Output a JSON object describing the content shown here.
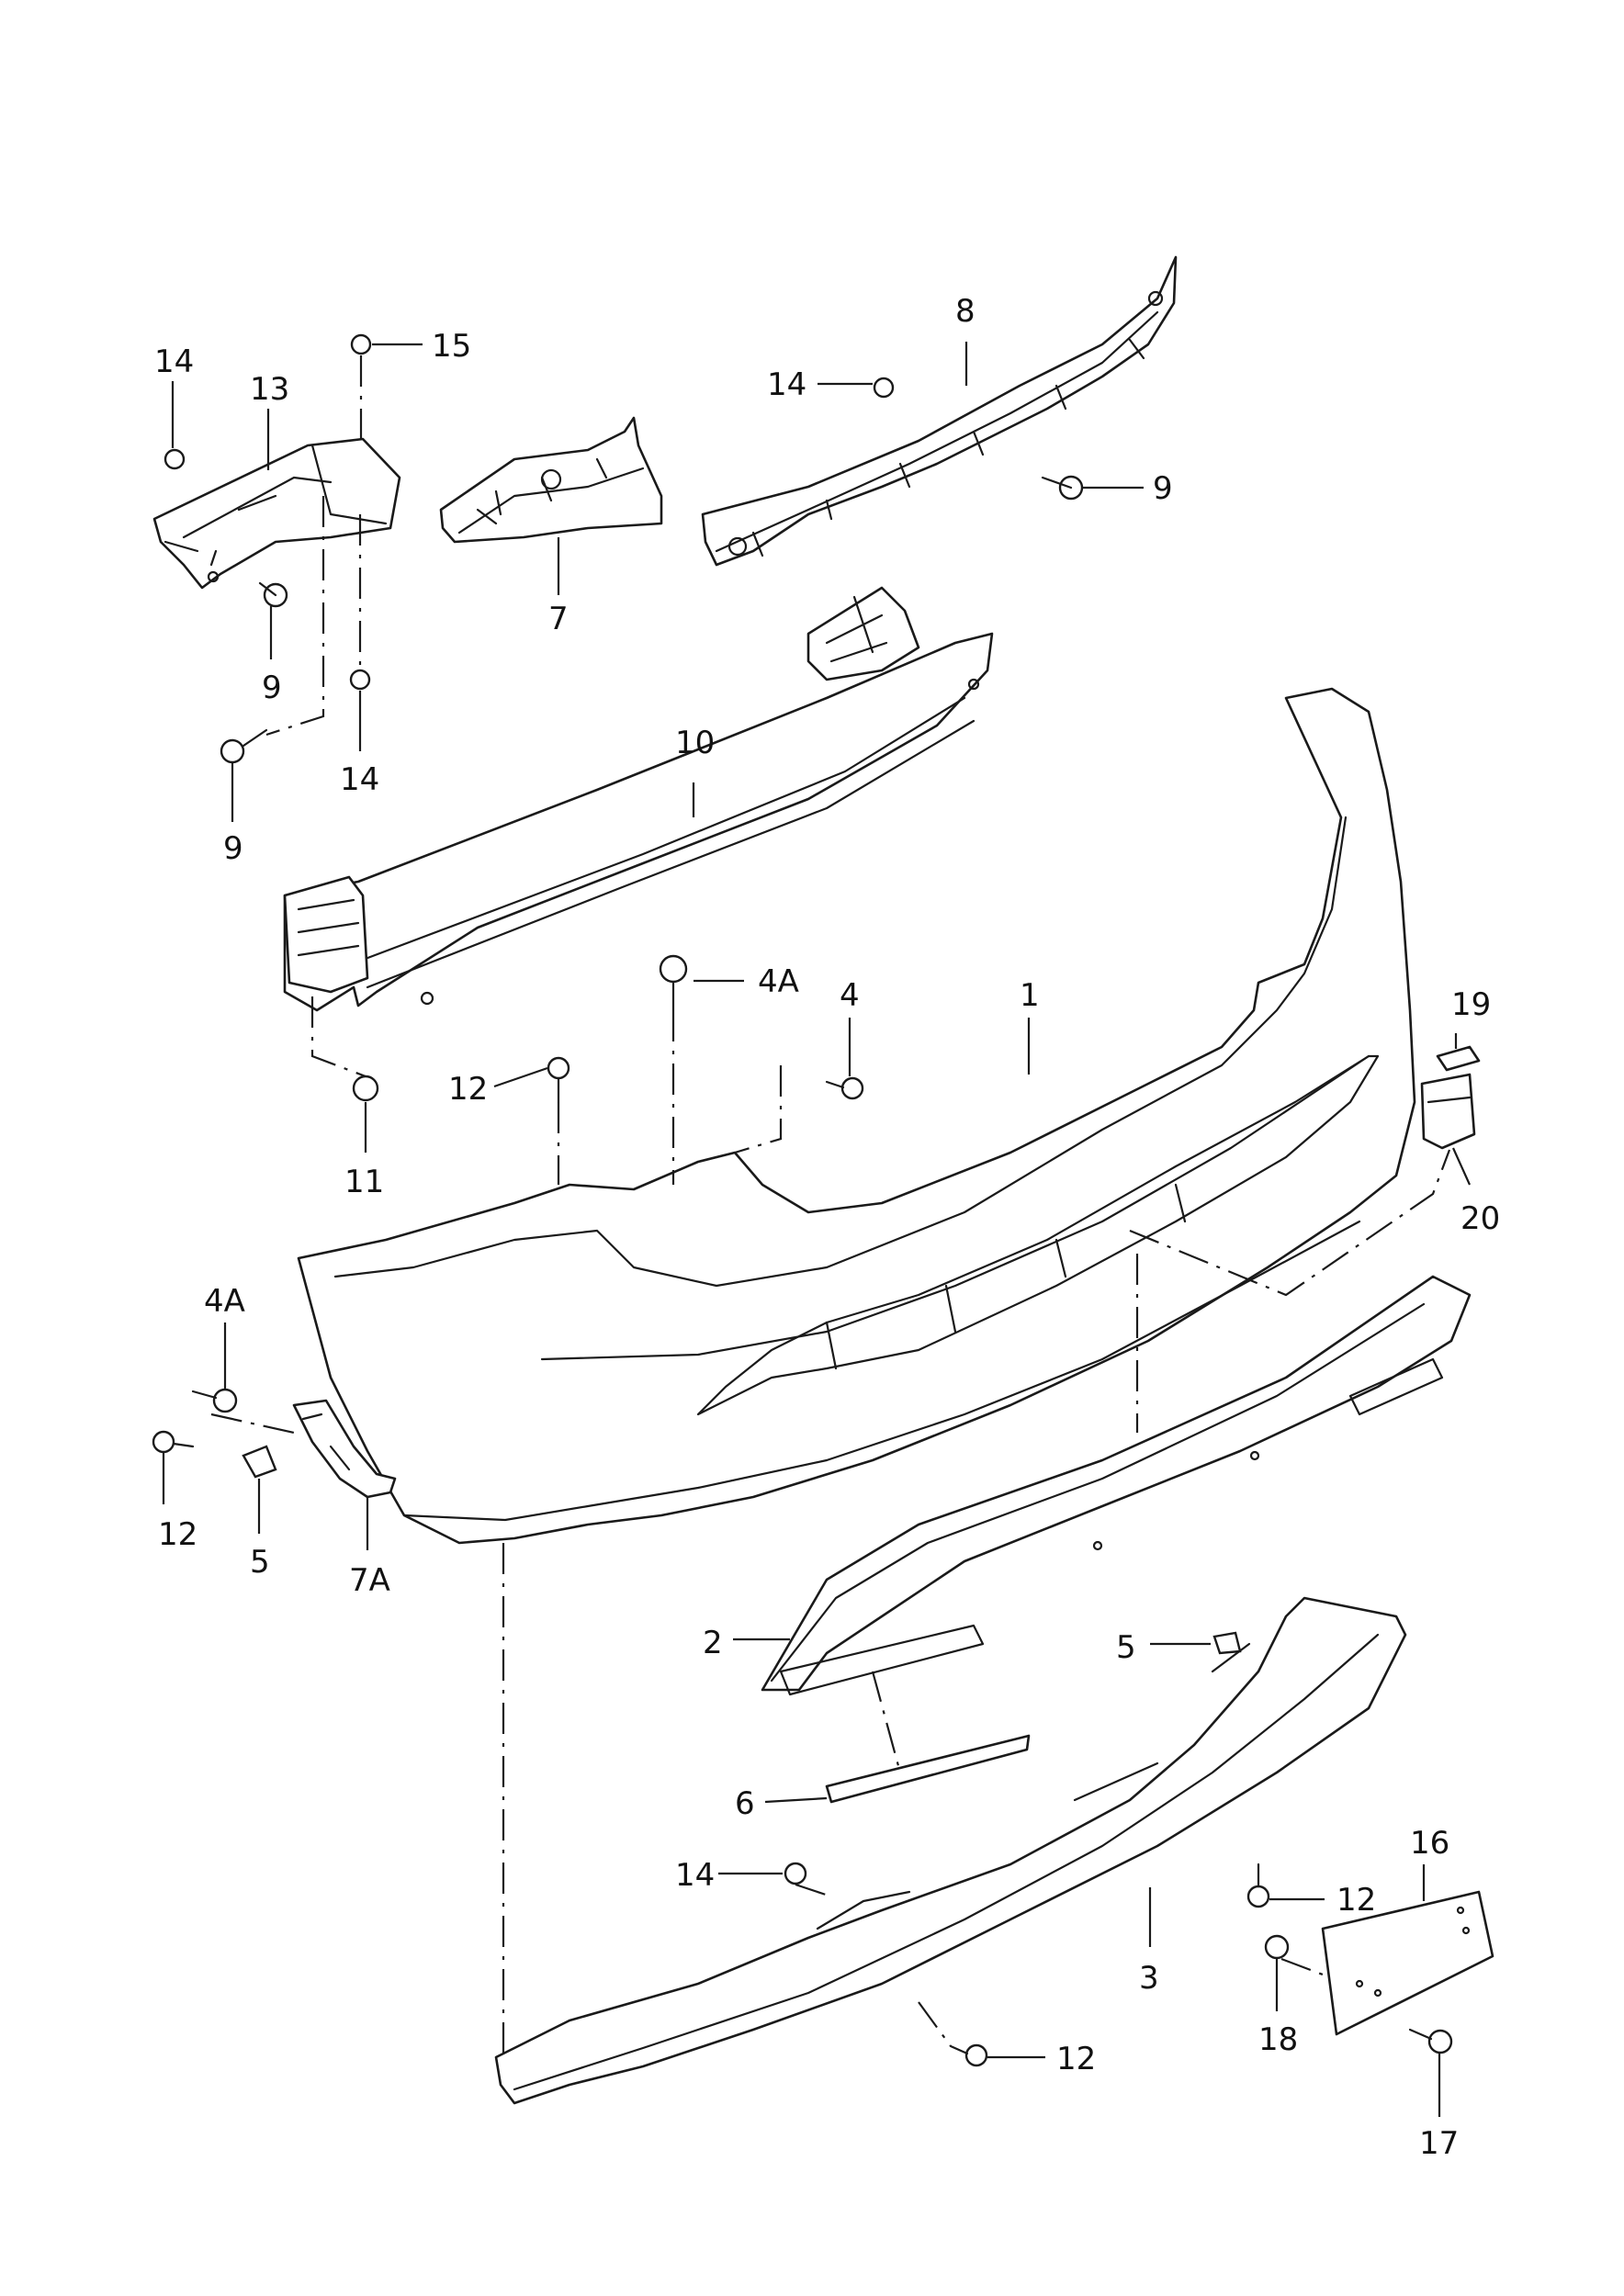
{
  "diagram": {
    "callouts": {
      "c1": "1",
      "c2": "2",
      "c3": "3",
      "c4": "4",
      "c4a_top": "4A",
      "c4a_left": "4A",
      "c5_left": "5",
      "c5_right": "5",
      "c6": "6",
      "c7": "7",
      "c7a": "7A",
      "c8": "8",
      "c9_top_left": "9",
      "c9_lower_left": "9",
      "c9_right": "9",
      "c10": "10",
      "c11": "11",
      "c12_mid": "12",
      "c12_left": "12",
      "c12_right": "12",
      "c12_bottom": "12",
      "c13": "13",
      "c14_top_left": "14",
      "c14_lower_left": "14",
      "c14_top_right": "14",
      "c14_bottom": "14",
      "c15": "15",
      "c16": "16",
      "c17": "17",
      "c18": "18",
      "c19": "19",
      "c20": "20"
    }
  }
}
